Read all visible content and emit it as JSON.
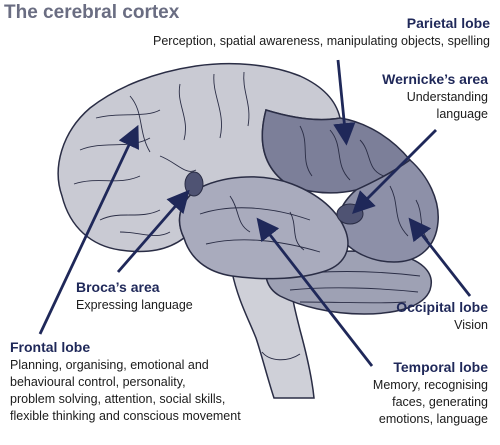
{
  "title": "The cerebral cortex",
  "colors": {
    "frontal": "#c9cad3",
    "temporal": "#a9abbd",
    "parietal": "#7c7f99",
    "occipital": "#8d90a8",
    "cerebellum": "#9ea1b4",
    "stem": "#cfd0d8",
    "outline": "#2a2d45",
    "arrow": "#1f2859",
    "spot": "#4f5373"
  },
  "labels": {
    "parietal": {
      "name": "Parietal lobe",
      "desc": "Perception, spatial awareness, manipulating objects, spelling"
    },
    "wernicke": {
      "name": "Wernicke’s area",
      "desc1": "Understanding",
      "desc2": "language"
    },
    "broca": {
      "name": "Broca’s area",
      "desc": "Expressing language"
    },
    "occipital": {
      "name": "Occipital lobe",
      "desc": "Vision"
    },
    "frontal": {
      "name": "Frontal lobe",
      "lines": [
        "Planning, organising, emotional and",
        "behavioural control, personality,",
        "problem solving, attention, social skills,",
        "flexible thinking and conscious movement"
      ]
    },
    "temporal": {
      "name": "Temporal lobe",
      "lines": [
        "Memory, recognising",
        "faces, generating",
        "emotions, language"
      ]
    }
  }
}
